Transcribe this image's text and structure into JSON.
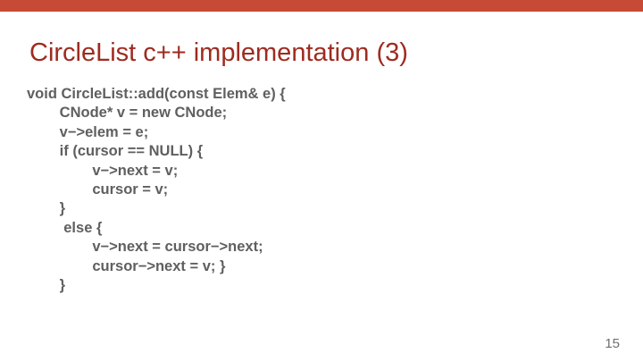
{
  "slide": {
    "title": "CircleList c++ implementation (3)",
    "page_number": "15",
    "code_lines": [
      "void CircleList::add(const Elem& e) {",
      "        CNode* v = new CNode;",
      "        v−>elem = e;",
      "        if (cursor == NULL) {",
      "                v−>next = v;",
      "                cursor = v;",
      "        }",
      "         else {",
      "                v−>next = cursor−>next;",
      "                cursor−>next = v; }",
      "        }"
    ],
    "colors": {
      "background": "#ffffff",
      "accent_bar": "#c64a35",
      "title": "#9e2b20",
      "code": "#5f5f5f",
      "page_number": "#6e6e6e"
    }
  }
}
